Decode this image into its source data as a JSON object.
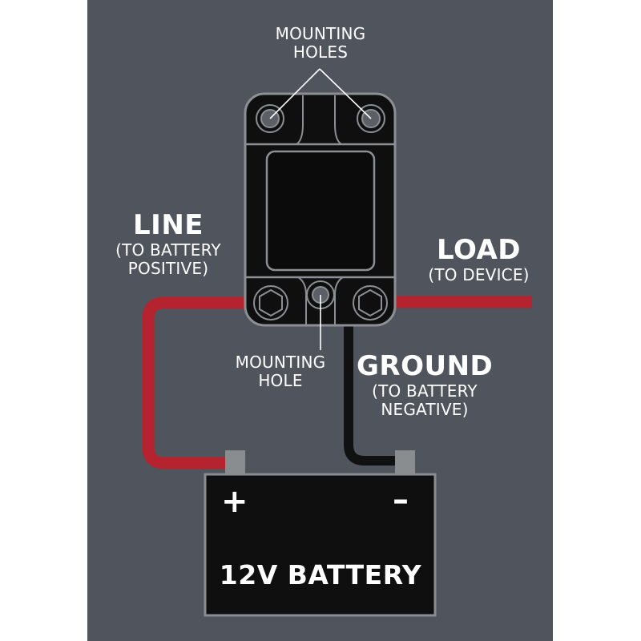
{
  "labels": {
    "mounting_holes_top": {
      "line1": "MOUNTING",
      "line2": "HOLES"
    },
    "line": {
      "title": "LINE",
      "sub1": "(TO BATTERY",
      "sub2": "POSITIVE)"
    },
    "load": {
      "title": "LOAD",
      "sub1": "(TO DEVICE)"
    },
    "mounting_hole_bottom": {
      "line1": "MOUNTING",
      "line2": "HOLE"
    },
    "ground": {
      "title": "GROUND",
      "sub1": "(TO BATTERY",
      "sub2": "NEGATIVE)"
    }
  },
  "battery": {
    "label": "12V BATTERY",
    "positive_symbol": "+",
    "negative_symbol": "–"
  },
  "colors": {
    "background": "#50555d",
    "positive_wire": "#b5232e",
    "ground_wire": "#111111",
    "device_body": "#0f0f0f",
    "device_outline": "#8c8f93",
    "terminal_post": "#8a8d90",
    "text": "#ffffff"
  }
}
